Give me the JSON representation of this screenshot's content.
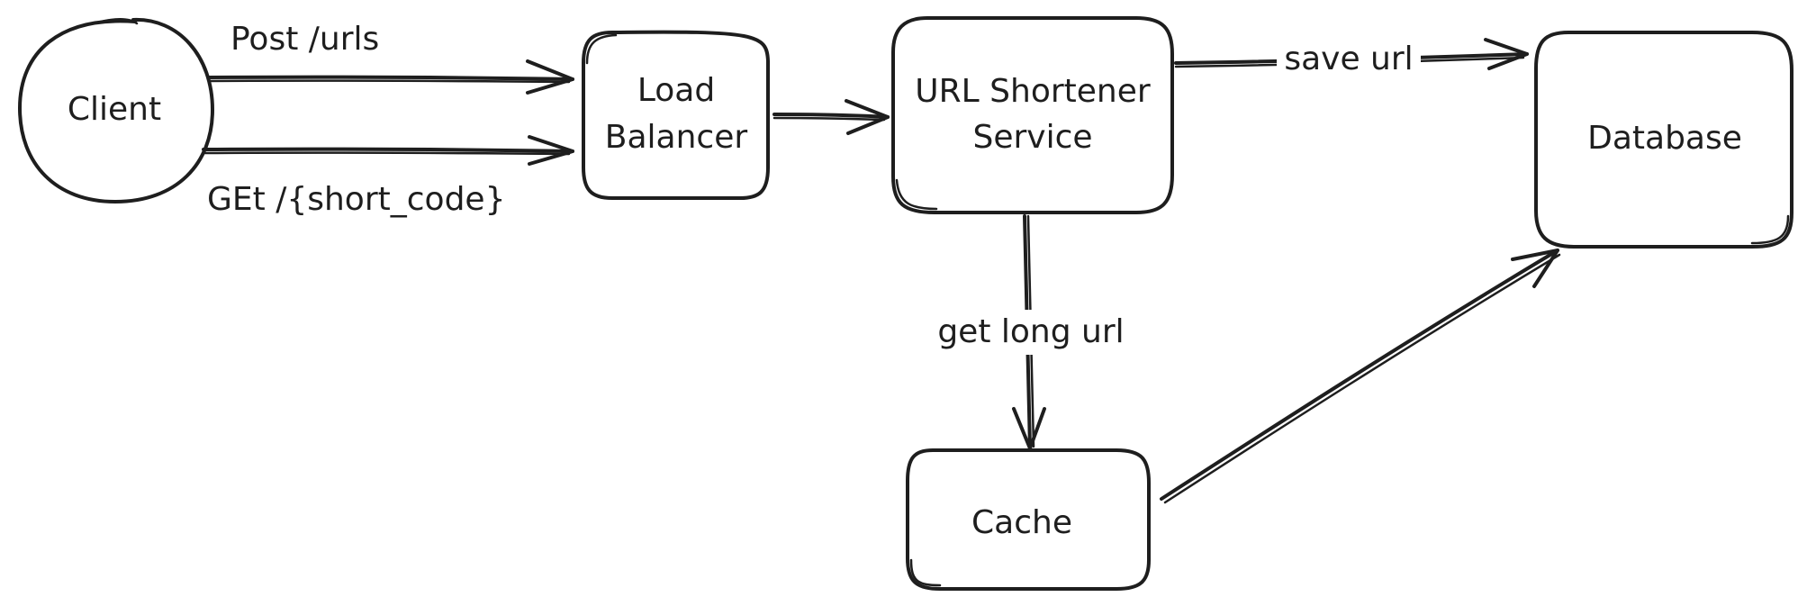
{
  "colors": {
    "stroke": "#1e1e1e",
    "background": "#ffffff"
  },
  "nodes": {
    "client": {
      "label": "Client",
      "shape": "circle"
    },
    "load_balancer": {
      "line1": "Load",
      "line2": "Balancer",
      "shape": "rounded-rect"
    },
    "url_shortener": {
      "line1": "URL Shortener",
      "line2": "Service",
      "shape": "rounded-rect"
    },
    "database": {
      "label": "Database",
      "shape": "rounded-rect"
    },
    "cache": {
      "label": "Cache",
      "shape": "rounded-rect"
    }
  },
  "edges": {
    "post_urls": {
      "label": "Post /urls",
      "from": "client",
      "to": "load_balancer"
    },
    "get_short_code": {
      "label": "GEt /{short_code}",
      "from": "client",
      "to": "load_balancer"
    },
    "lb_to_service": {
      "label": "",
      "from": "load_balancer",
      "to": "url_shortener"
    },
    "save_url": {
      "label": "save url",
      "from": "url_shortener",
      "to": "database"
    },
    "get_long_url": {
      "label": "get long url",
      "from": "url_shortener",
      "to": "cache"
    },
    "cache_to_db": {
      "label": "",
      "from": "cache",
      "to": "database"
    }
  }
}
